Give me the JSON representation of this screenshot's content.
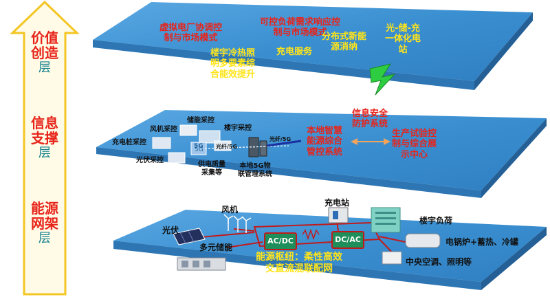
{
  "axis": {
    "top": {
      "line1": "价值",
      "line2": "创造",
      "suffix": "层"
    },
    "middle": {
      "line1": "信息",
      "line2": "支撑",
      "suffix": "层"
    },
    "bottom": {
      "line1": "能源",
      "line2": "网架",
      "suffix": "层"
    }
  },
  "value_layer": {
    "vpp": [
      "虚拟电厂协调控",
      "制与市场模式"
    ],
    "load_response": [
      "可控负荷需求响应控",
      "制与市场模式"
    ],
    "building": [
      "楼宇冷热照",
      "明多要素综",
      "合能效提升"
    ],
    "charging": "充电服务",
    "distributed": [
      "分布式新能",
      "源消纳"
    ],
    "pv_storage_charge": [
      "光-储-充",
      "一体化电",
      "站"
    ]
  },
  "info_layer": {
    "security": [
      "信息安全",
      "防护系统"
    ],
    "ems": [
      "本地智慧",
      "能源综合",
      "管控系统"
    ],
    "test": [
      "生产试验控",
      "制与综合展",
      "示中心"
    ],
    "wind": "风机采控",
    "storage": "储能采控",
    "building": "楼宇采控",
    "charger": "充电桩采控",
    "pv": "光伏采控",
    "fiber1": "光纤/5G",
    "fiber2": "光纤/5G",
    "fiveg": "5G",
    "quality": [
      "供电质量",
      "采集等"
    ],
    "iot": [
      "本地5G物",
      "联管理系统"
    ]
  },
  "energy_layer": {
    "pv": "光伏",
    "wind": "风机",
    "charging_station": "充电站",
    "building_load": "楼宇负荷",
    "storage": "多元储能",
    "boiler": "电锅炉+蓄热、冷罐",
    "ac": "中央空调、照明等",
    "acdc": "AC/DC",
    "dcac": "DC/AC",
    "hub": [
      "能源枢纽：柔性高效",
      "交直流混联配网"
    ]
  },
  "colors": {
    "panel_top": "#3a8fd0",
    "panel_edge": "#2d75b3",
    "arrow_fill": "#fffbe6",
    "arrow_stroke": "#f3c623",
    "red_text": "#e8231a",
    "orange_text": "#f39c12",
    "yellow_text": "#ffe419",
    "lightning": "#2ecc40",
    "box_fill": "#1e8e5a"
  }
}
